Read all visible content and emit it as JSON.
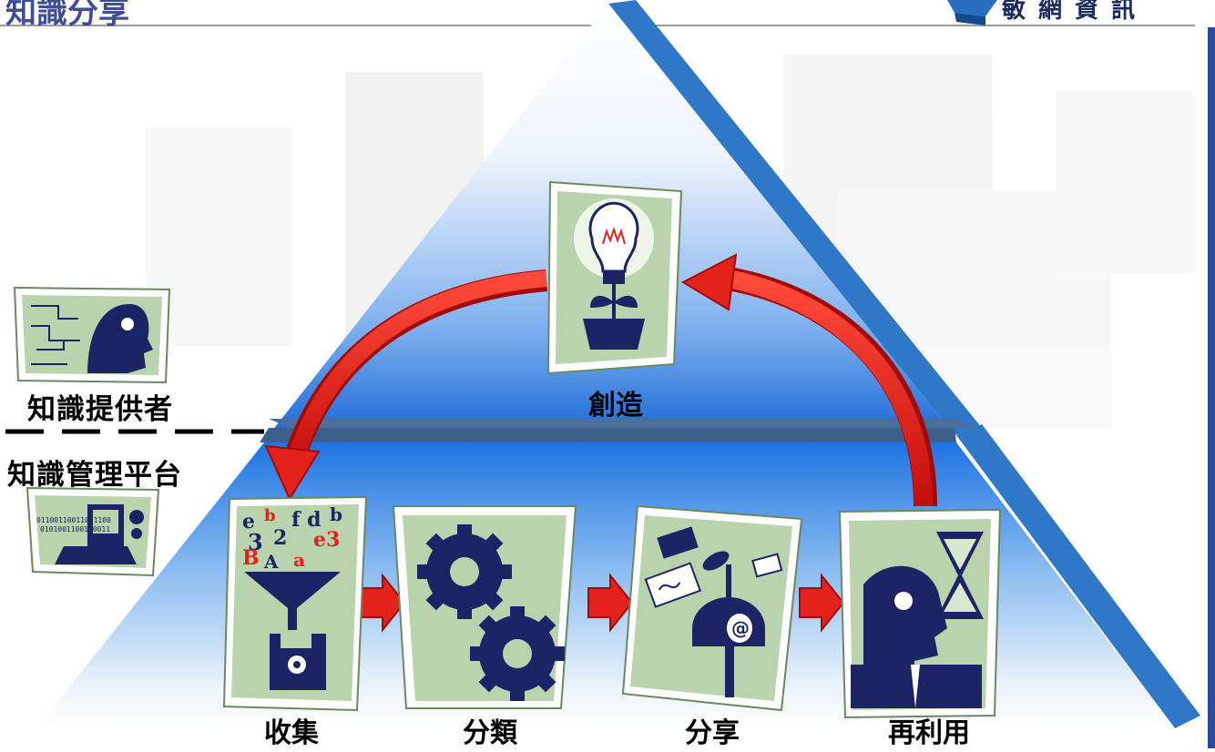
{
  "header": {
    "title": "知識分享",
    "logo_text": "敏網資訊"
  },
  "diagram": {
    "top_stage": "創造",
    "bottom_stages": [
      "收集",
      "分類",
      "分享",
      "再利用"
    ],
    "side_top_label": "知識提供者",
    "side_bottom_label": "知識管理平台"
  },
  "colors": {
    "pyramid_edge": "#2f78c8",
    "pyramid_fill_top": "#0b5fd6",
    "pyramid_fill_bottom": "#ffffff",
    "arrow_red": "#e8201a",
    "card_green": "#b9d3ad",
    "figure_navy": "#1c2466"
  },
  "icons": {
    "creation": "lightbulb-plant-icon",
    "collect": "funnel-disk-icon",
    "classify": "gears-icon",
    "share": "mailbox-at-icon",
    "reuse": "head-hourglass-icon",
    "provider": "thinking-head-icon",
    "platform": "computer-binary-icon"
  }
}
